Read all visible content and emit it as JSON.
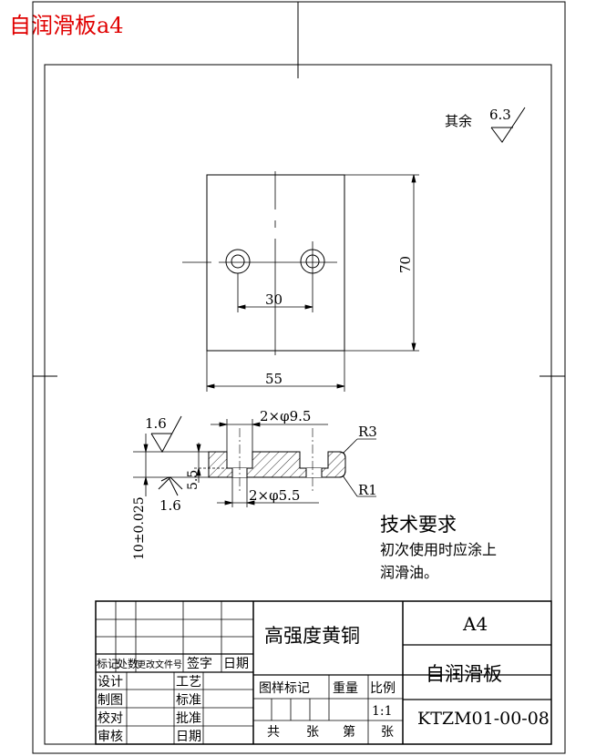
{
  "header": {
    "title": "自润滑板a4"
  },
  "roughness": {
    "other_label": "其余",
    "other_value": "6.3",
    "top_value": "1.6",
    "bottom_value": "1.6"
  },
  "dims": {
    "width": "55",
    "height": "70",
    "hole_spacing": "30",
    "counterbore": "2×φ9.5",
    "through_hole": "2×φ5.5",
    "radius_top": "R3",
    "radius_bottom": "R1",
    "thickness": "10±0.025",
    "depth": "5.5"
  },
  "tech": {
    "title": "技术要求",
    "line1": "初次使用时应涂上",
    "line2": "润滑油。"
  },
  "titleblock": {
    "material": "高强度黄铜",
    "size": "A4",
    "part_name": "自润滑板",
    "drawing_no": "KTZM01-00-08",
    "h_mark": "标记",
    "h_count": "处数",
    "h_file": "更改文件号",
    "h_sign": "签字",
    "h_date": "日期",
    "design": "设计",
    "process": "工艺",
    "draw": "制图",
    "standard": "标准",
    "check": "校对",
    "approve": "批准",
    "review": "审核",
    "date2": "日期",
    "c_mark": "图样标记",
    "c_weight": "重量",
    "c_scale": "比例",
    "scale": "1:1",
    "total": "共",
    "sheets": "张",
    "sheet_no": "第",
    "sheet2": "张"
  }
}
